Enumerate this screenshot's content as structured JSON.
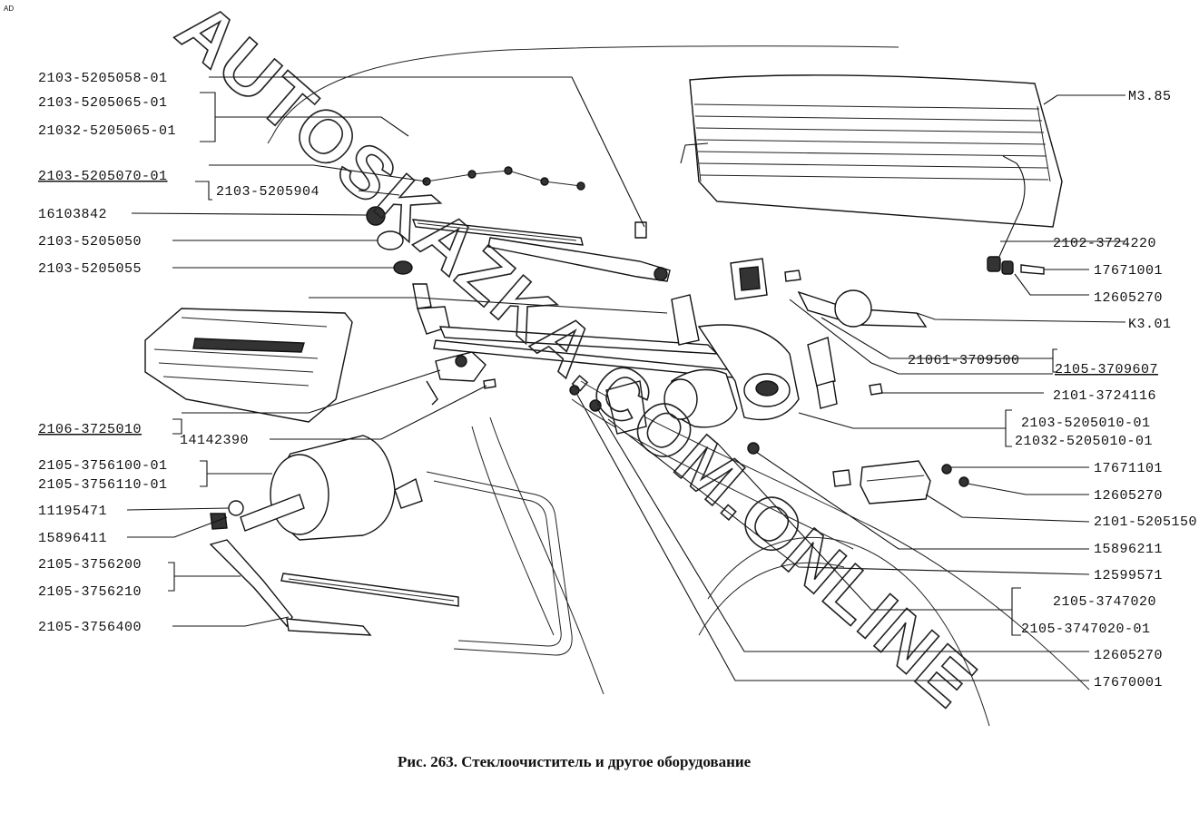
{
  "corner_mark": "AD",
  "watermark": "AUTOSKAZKA.COM.ONLINE",
  "caption": "Рис. 263. Стеклоочиститель и другое оборудование",
  "labels": {
    "l01": "2103-5205058-01",
    "l02": "2103-5205065-01",
    "l03": "21032-5205065-01",
    "l04": "2103-5205070-01",
    "l05": "2103-5205904",
    "l06": "16103842",
    "l07": "2103-5205050",
    "l08": "2103-5205055",
    "l09": "2106-3725010",
    "l10": "14142390",
    "l11": "2105-3756100-01",
    "l12": "2105-3756110-01",
    "l13": "11195471",
    "l14": "15896411",
    "l15": "2105-3756200",
    "l16": "2105-3756210",
    "l17": "2105-3756400",
    "r01": "M3.85",
    "r02": "2102-3724220",
    "r03": "17671001",
    "r04": "12605270",
    "r05": "K3.01",
    "r06": "21061-3709500",
    "r07": "2105-3709607",
    "r08": "2101-3724116",
    "r09": "2103-5205010-01",
    "r10": "21032-5205010-01",
    "r11": "17671101",
    "r12": "12605270",
    "r13": "2101-5205150",
    "r14": "15896211",
    "r15": "12599571",
    "r16": "2105-3747020",
    "r17": "2105-3747020-01",
    "r18": "12605270",
    "r19": "17670001"
  }
}
